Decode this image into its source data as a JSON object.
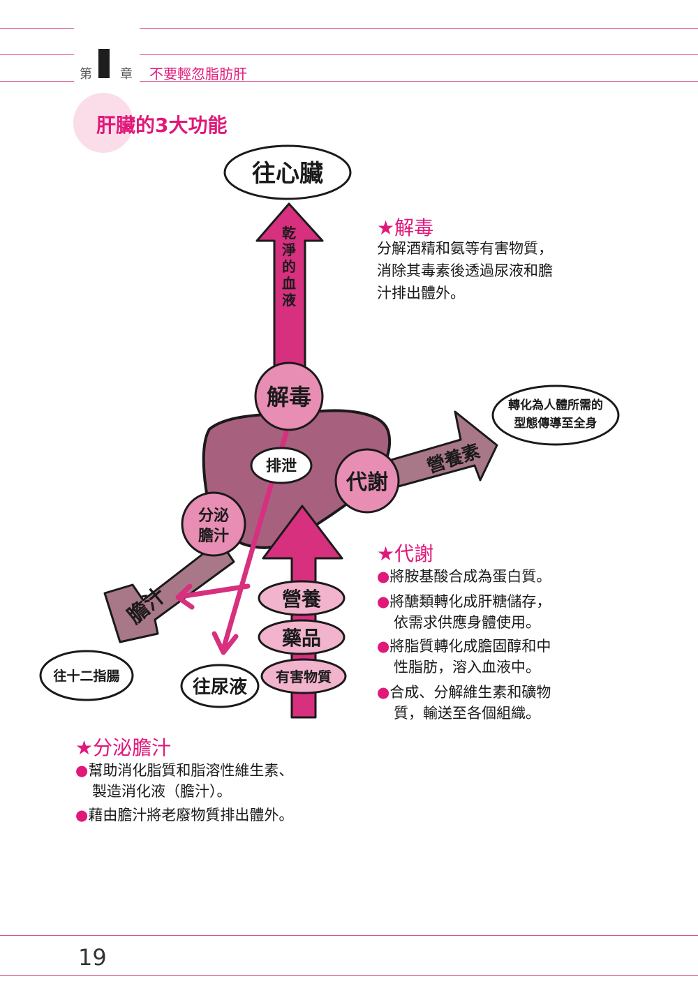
{
  "header": {
    "chapter_prefix": "第",
    "chapter_number": "1",
    "chapter_suffix": "章",
    "chapter_title": "不要輕忽脂肪肝"
  },
  "section_title": "肝臟的3大功能",
  "diagram": {
    "to_heart": "往心臟",
    "clean_blood": "乾淨的血液",
    "detox_circle": "解毒",
    "excretion": "排泄",
    "metabolism_circle": "代謝",
    "secrete_bile_line1": "分泌",
    "secrete_bile_line2": "膽汁",
    "bile_arrow": "膽汁",
    "nutrients_arrow": "營養素",
    "to_body_line1": "轉化為人體所需的",
    "to_body_line2": "型態傳導至全身",
    "nutrition": "營養",
    "drugs": "藥品",
    "harmful": "有害物質",
    "to_duodenum": "往十二指腸",
    "to_urine": "往尿液"
  },
  "detox_info": {
    "title": "★解毒",
    "lines": [
      "分解酒精和氨等有害物質，",
      "消除其毒素後透過尿液和膽",
      "汁排出體外。"
    ]
  },
  "metabolism_info": {
    "title": "★代謝",
    "bullet": "●",
    "items": [
      [
        "將胺基酸合成為蛋白質。"
      ],
      [
        "將醣類轉化成肝糖儲存，",
        "依需求供應身體使用。"
      ],
      [
        "將脂質轉化成膽固醇和中",
        "性脂肪，溶入血液中。"
      ],
      [
        "合成、分解維生素和礦物",
        "質，輸送至各個組織。"
      ]
    ]
  },
  "bile_info": {
    "title": "★分泌膽汁",
    "bullet": "●",
    "items": [
      [
        "幫助消化脂質和脂溶性維生素、",
        "製造消化液（膽汁）。"
      ],
      [
        "藉由膽汁將老廢物質排出體外。"
      ]
    ]
  },
  "page_number": "19",
  "colors": {
    "accent": "#e0187a",
    "arrow_pink": "#d6307f",
    "liver": "#a8607f",
    "mauve_arrow": "#a87888",
    "circle_pink": "#e88db3",
    "oval_pink": "#f2b3cd"
  }
}
